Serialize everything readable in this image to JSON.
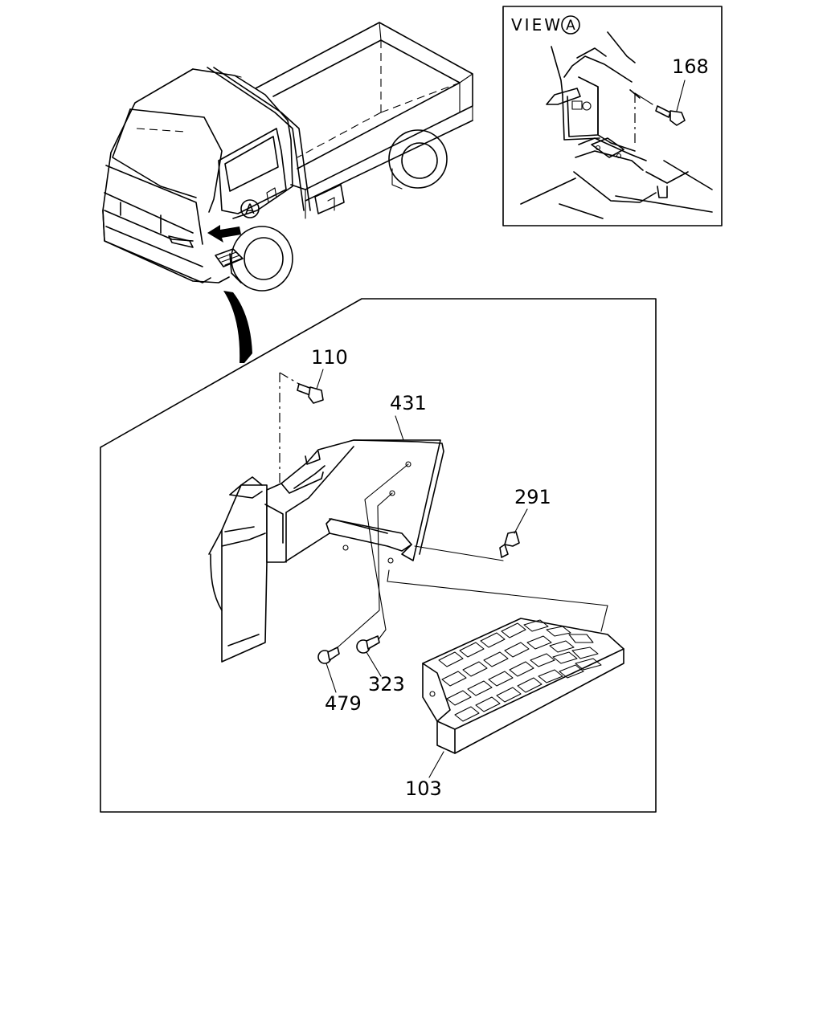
{
  "view_label": {
    "text": "VIEW",
    "marker": "A"
  },
  "callout_marker": "A",
  "parts": [
    {
      "id": "part-168",
      "number": "168"
    },
    {
      "id": "part-110",
      "number": "110"
    },
    {
      "id": "part-431",
      "number": "431"
    },
    {
      "id": "part-291",
      "number": "291"
    },
    {
      "id": "part-323",
      "number": "323"
    },
    {
      "id": "part-479",
      "number": "479"
    },
    {
      "id": "part-103",
      "number": "103"
    }
  ]
}
